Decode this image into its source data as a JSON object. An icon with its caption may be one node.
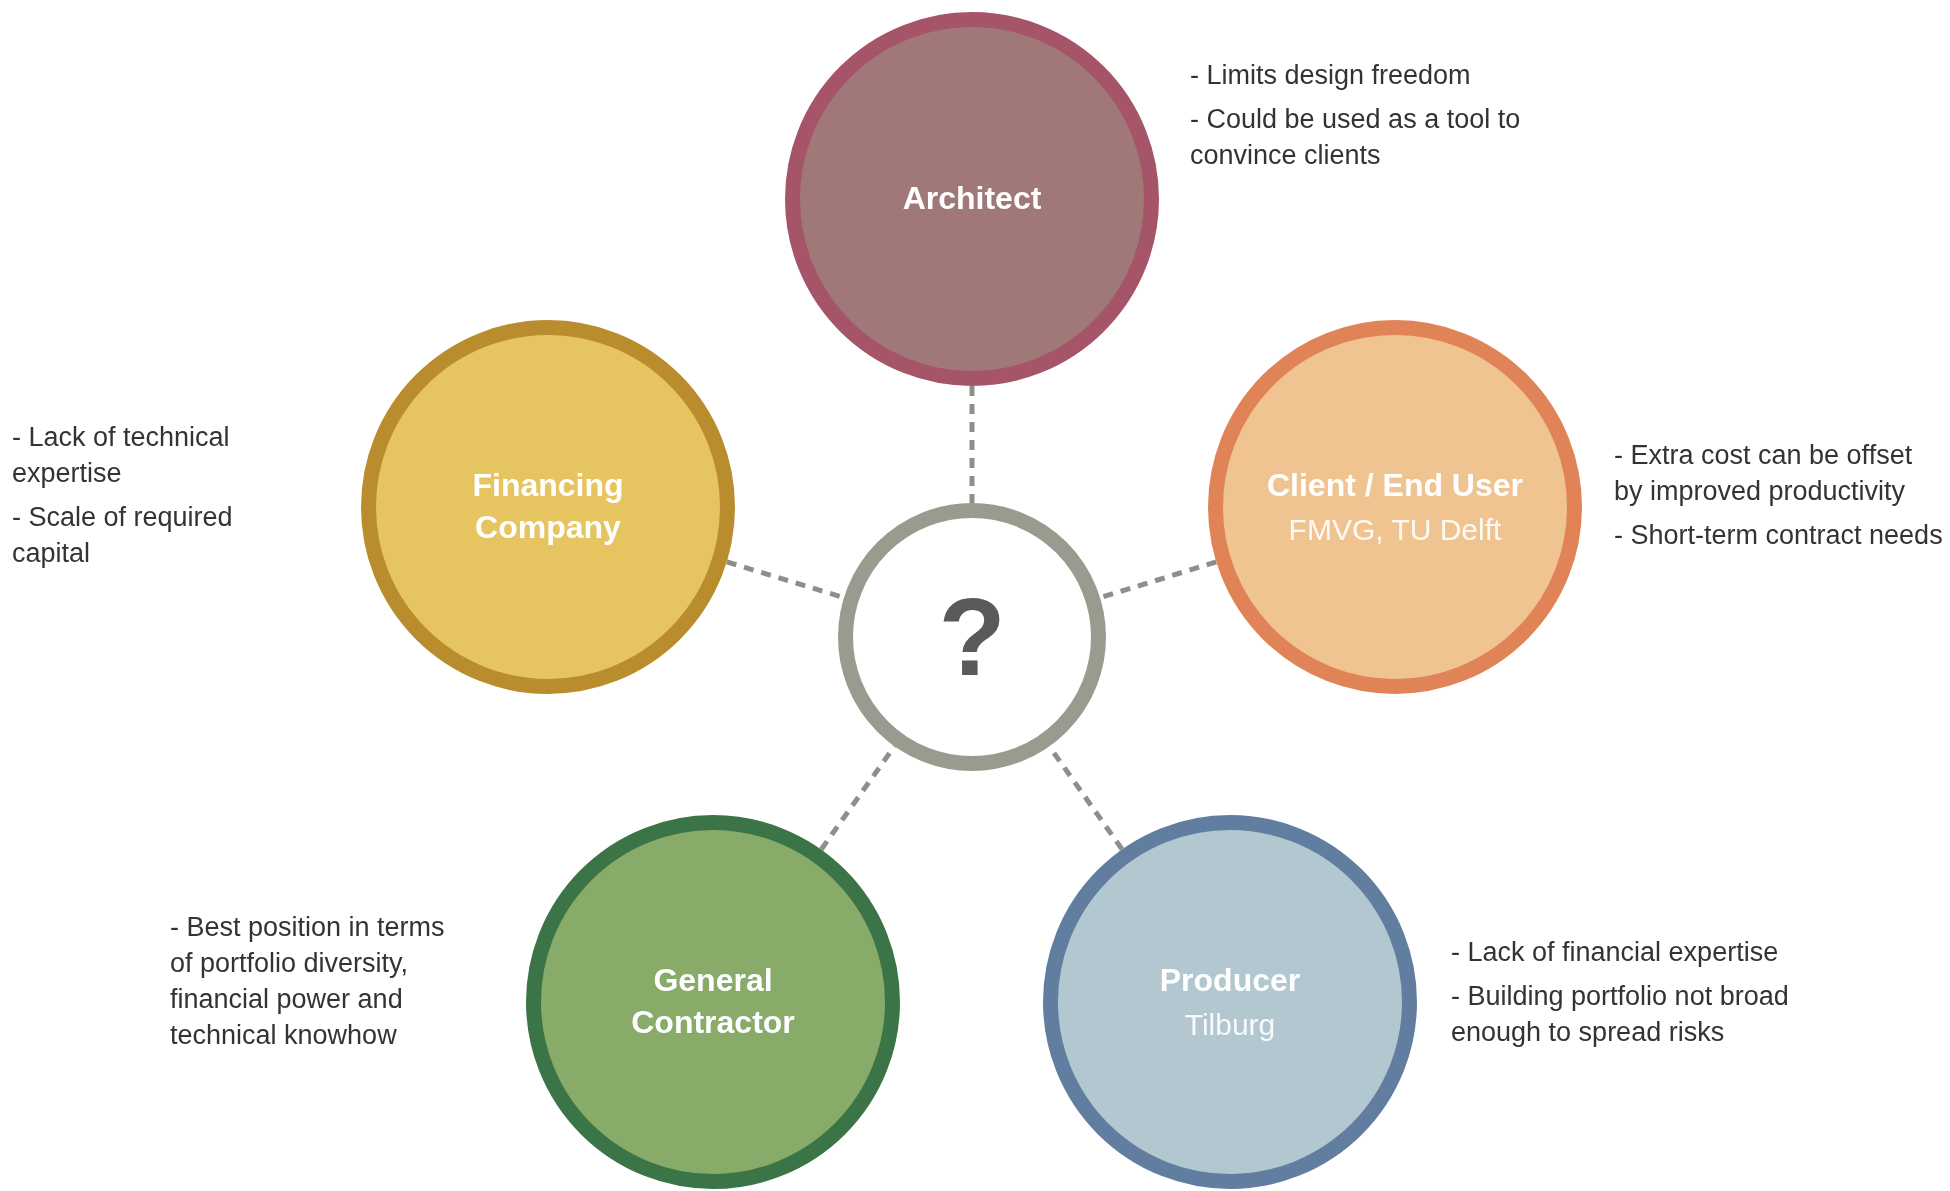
{
  "diagram": {
    "nodes": [
      {
        "text": [
          "Architect"
        ],
        "beside": [
          "- Limits design freedom",
          "- Could be used as a tool to convince clients"
        ]
      },
      {
        "text": [
          "Financing Company"
        ],
        "beside": [
          "- Lack of technical expertise",
          "- Scale of required capital"
        ]
      },
      {
        "text": [
          "Client / End User",
          "FMVG, TU Delft"
        ],
        "beside": [
          "- Extra cost can be offset by improved productivity",
          "- Short-term contract needs"
        ]
      },
      {
        "text": [
          "?"
        ]
      },
      {
        "text": [
          "General Contractor"
        ],
        "beside": [
          "- Best position in terms of portfolio diversity, financial power and technical knowhow"
        ]
      },
      {
        "text": [
          "Producer",
          "Tilburg"
        ],
        "beside": [
          "- Lack of financial expertise",
          "- Building portfolio not broad enough to spread risks"
        ]
      }
    ],
    "edges": [
      {
        "from": 0,
        "to": 3,
        "arrow": "none",
        "style": "dashed"
      },
      {
        "from": 1,
        "to": 3,
        "arrow": "none",
        "style": "dashed"
      },
      {
        "from": 2,
        "to": 3,
        "arrow": "none",
        "style": "dashed"
      },
      {
        "from": 4,
        "to": 3,
        "arrow": "none",
        "style": "dashed"
      },
      {
        "from": 5,
        "to": 3,
        "arrow": "none",
        "style": "dashed"
      }
    ]
  }
}
